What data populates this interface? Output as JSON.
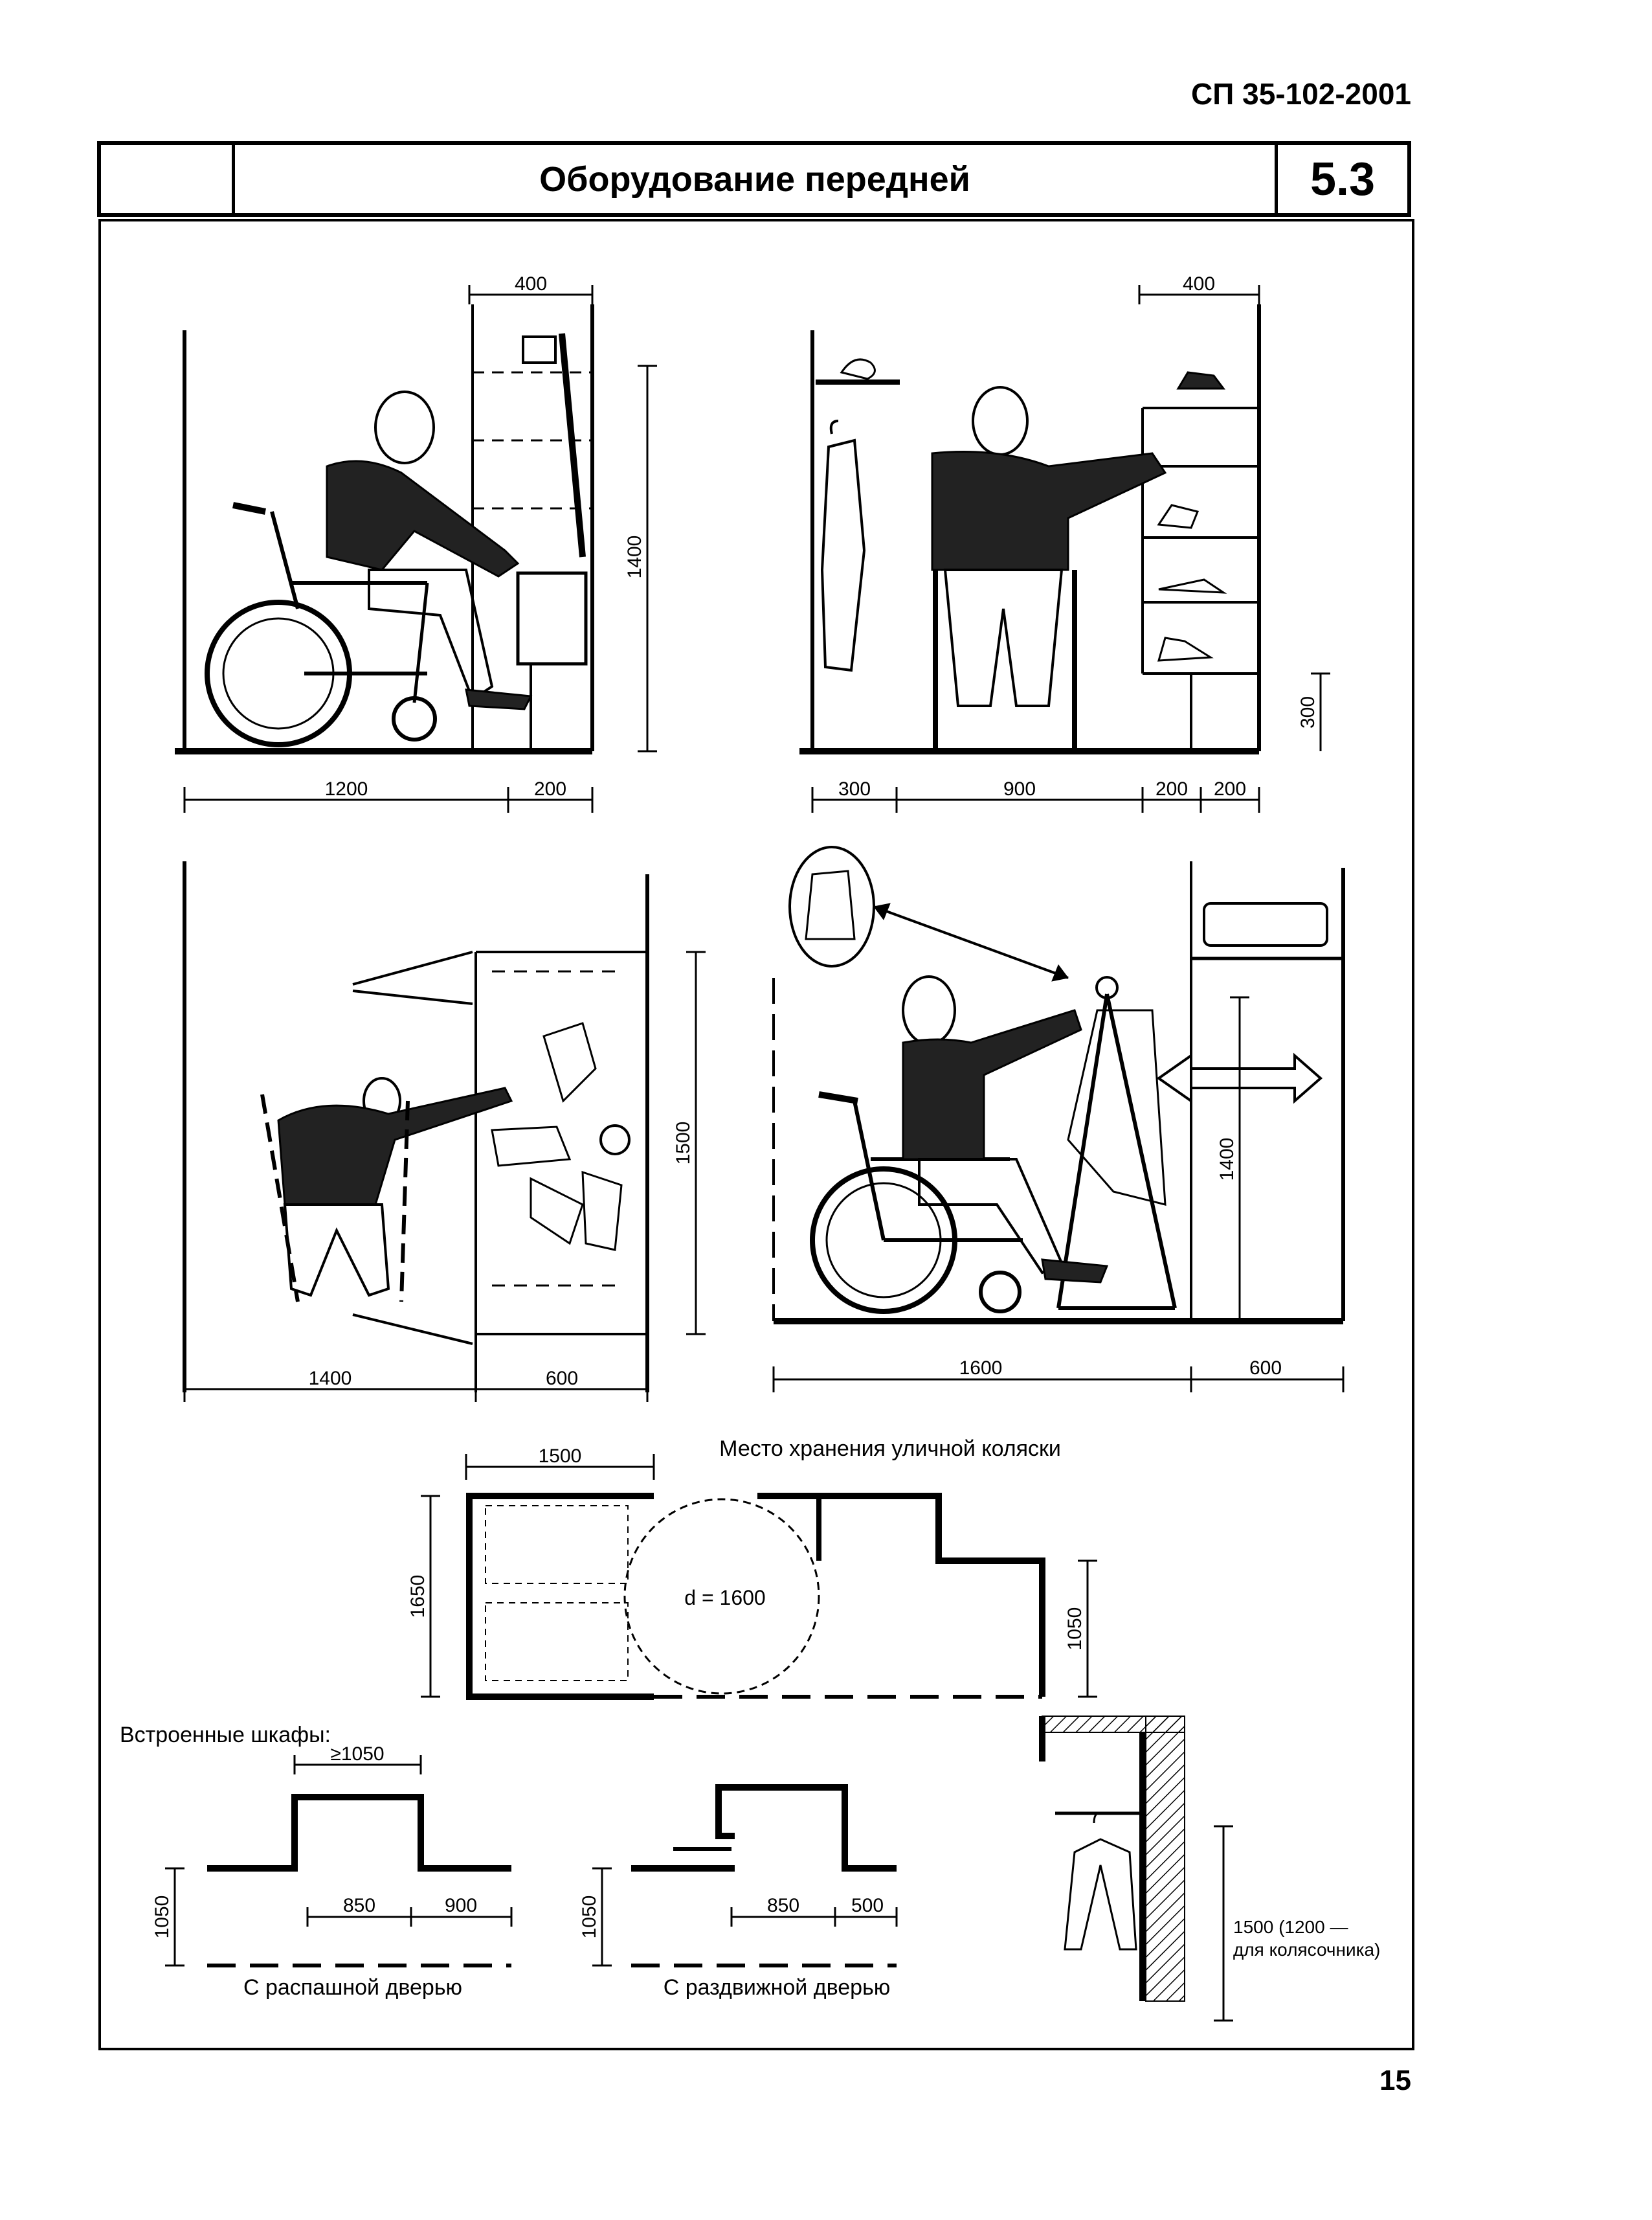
{
  "document": {
    "code": "СП 35-102-2001",
    "section_title": "Оборудование передней",
    "section_number": "5.3",
    "page_number": "15"
  },
  "panels": {
    "p1": {
      "top_dim": "400",
      "height_dim": "1400",
      "dim_a": "1200",
      "dim_b": "200"
    },
    "p2": {
      "top_dim": "400",
      "side_dim": "300",
      "dim_a": "300",
      "dim_b": "900",
      "dim_c": "200",
      "dim_d": "200"
    },
    "p3": {
      "height_dim": "1500",
      "dim_a": "1400",
      "dim_b": "600"
    },
    "p4": {
      "height_dim": "1400",
      "dim_a": "1600",
      "dim_b": "600"
    }
  },
  "stroller_storage": {
    "title": "Место хранения уличной коляски",
    "width_dim": "1500",
    "height_dim": "1650",
    "right_dim": "1050",
    "circle_label": "d = 1600"
  },
  "built_in_closets": {
    "title": "Встроенные шкафы:",
    "swing": {
      "top_dim": "≥1050",
      "dim_a": "850",
      "dim_b": "900",
      "side_dim": "1050",
      "caption": "С распашной дверью"
    },
    "sliding": {
      "dim_a": "850",
      "dim_b": "500",
      "side_dim": "1050",
      "caption": "С раздвижной дверью"
    },
    "rail": {
      "height_label_1": "1500 (1200 —",
      "height_label_2": "для колясочника)"
    }
  }
}
